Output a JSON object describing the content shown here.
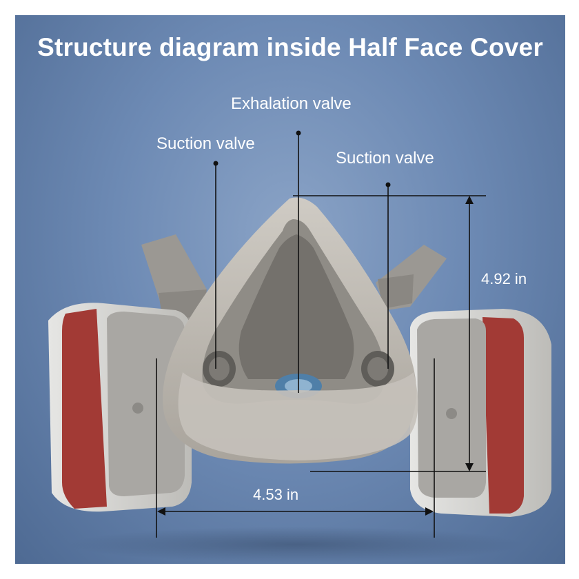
{
  "title": "Structure diagram inside Half Face Cover",
  "labels": {
    "exhalation_valve": "Exhalation valve",
    "suction_valve_left": "Suction valve",
    "suction_valve_right": "Suction valve"
  },
  "dimensions": {
    "height": "4.92 in",
    "width": "4.53 in"
  },
  "colors": {
    "background": "#6d8ab4",
    "mask": "#b9b5ae",
    "cartridge_label": "#a23a35"
  }
}
